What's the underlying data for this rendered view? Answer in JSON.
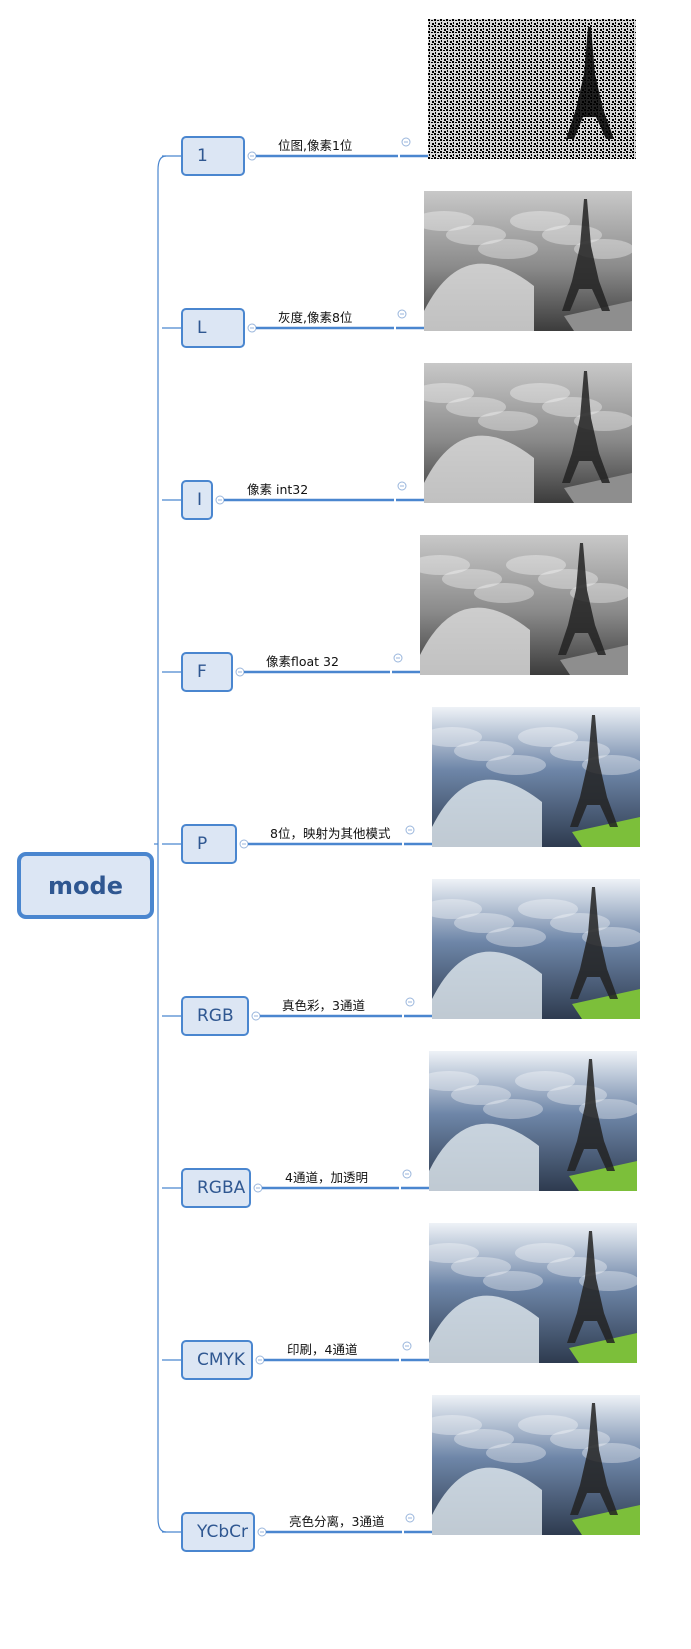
{
  "root": {
    "label": "mode"
  },
  "modes": [
    {
      "name": "1",
      "description": "位图,像素1位",
      "image": "eiffel-tower-bitmap-image"
    },
    {
      "name": "L",
      "description": "灰度,像素8位",
      "image": "eiffel-tower-grayscale-image"
    },
    {
      "name": "I",
      "description": "像素 int32",
      "image": "eiffel-tower-int32-image"
    },
    {
      "name": "F",
      "description": "像素float 32",
      "image": "eiffel-tower-float32-image"
    },
    {
      "name": "P",
      "description": "8位，映射为其他模式",
      "image": "eiffel-tower-palette-image"
    },
    {
      "name": "RGB",
      "description": "真色彩，3通道",
      "image": "eiffel-tower-rgb-image"
    },
    {
      "name": "RGBA",
      "description": "4通道，加透明",
      "image": "eiffel-tower-rgba-image"
    },
    {
      "name": "CMYK",
      "description": "印刷，4通道",
      "image": "eiffel-tower-cmyk-image"
    },
    {
      "name": "YCbCr",
      "description": "亮色分离，3通道",
      "image": "eiffel-tower-ycbcr-image"
    }
  ],
  "colors": {
    "line": "#4a86cf",
    "node_fill": "#dce6f4",
    "node_text": "#2f5791"
  }
}
